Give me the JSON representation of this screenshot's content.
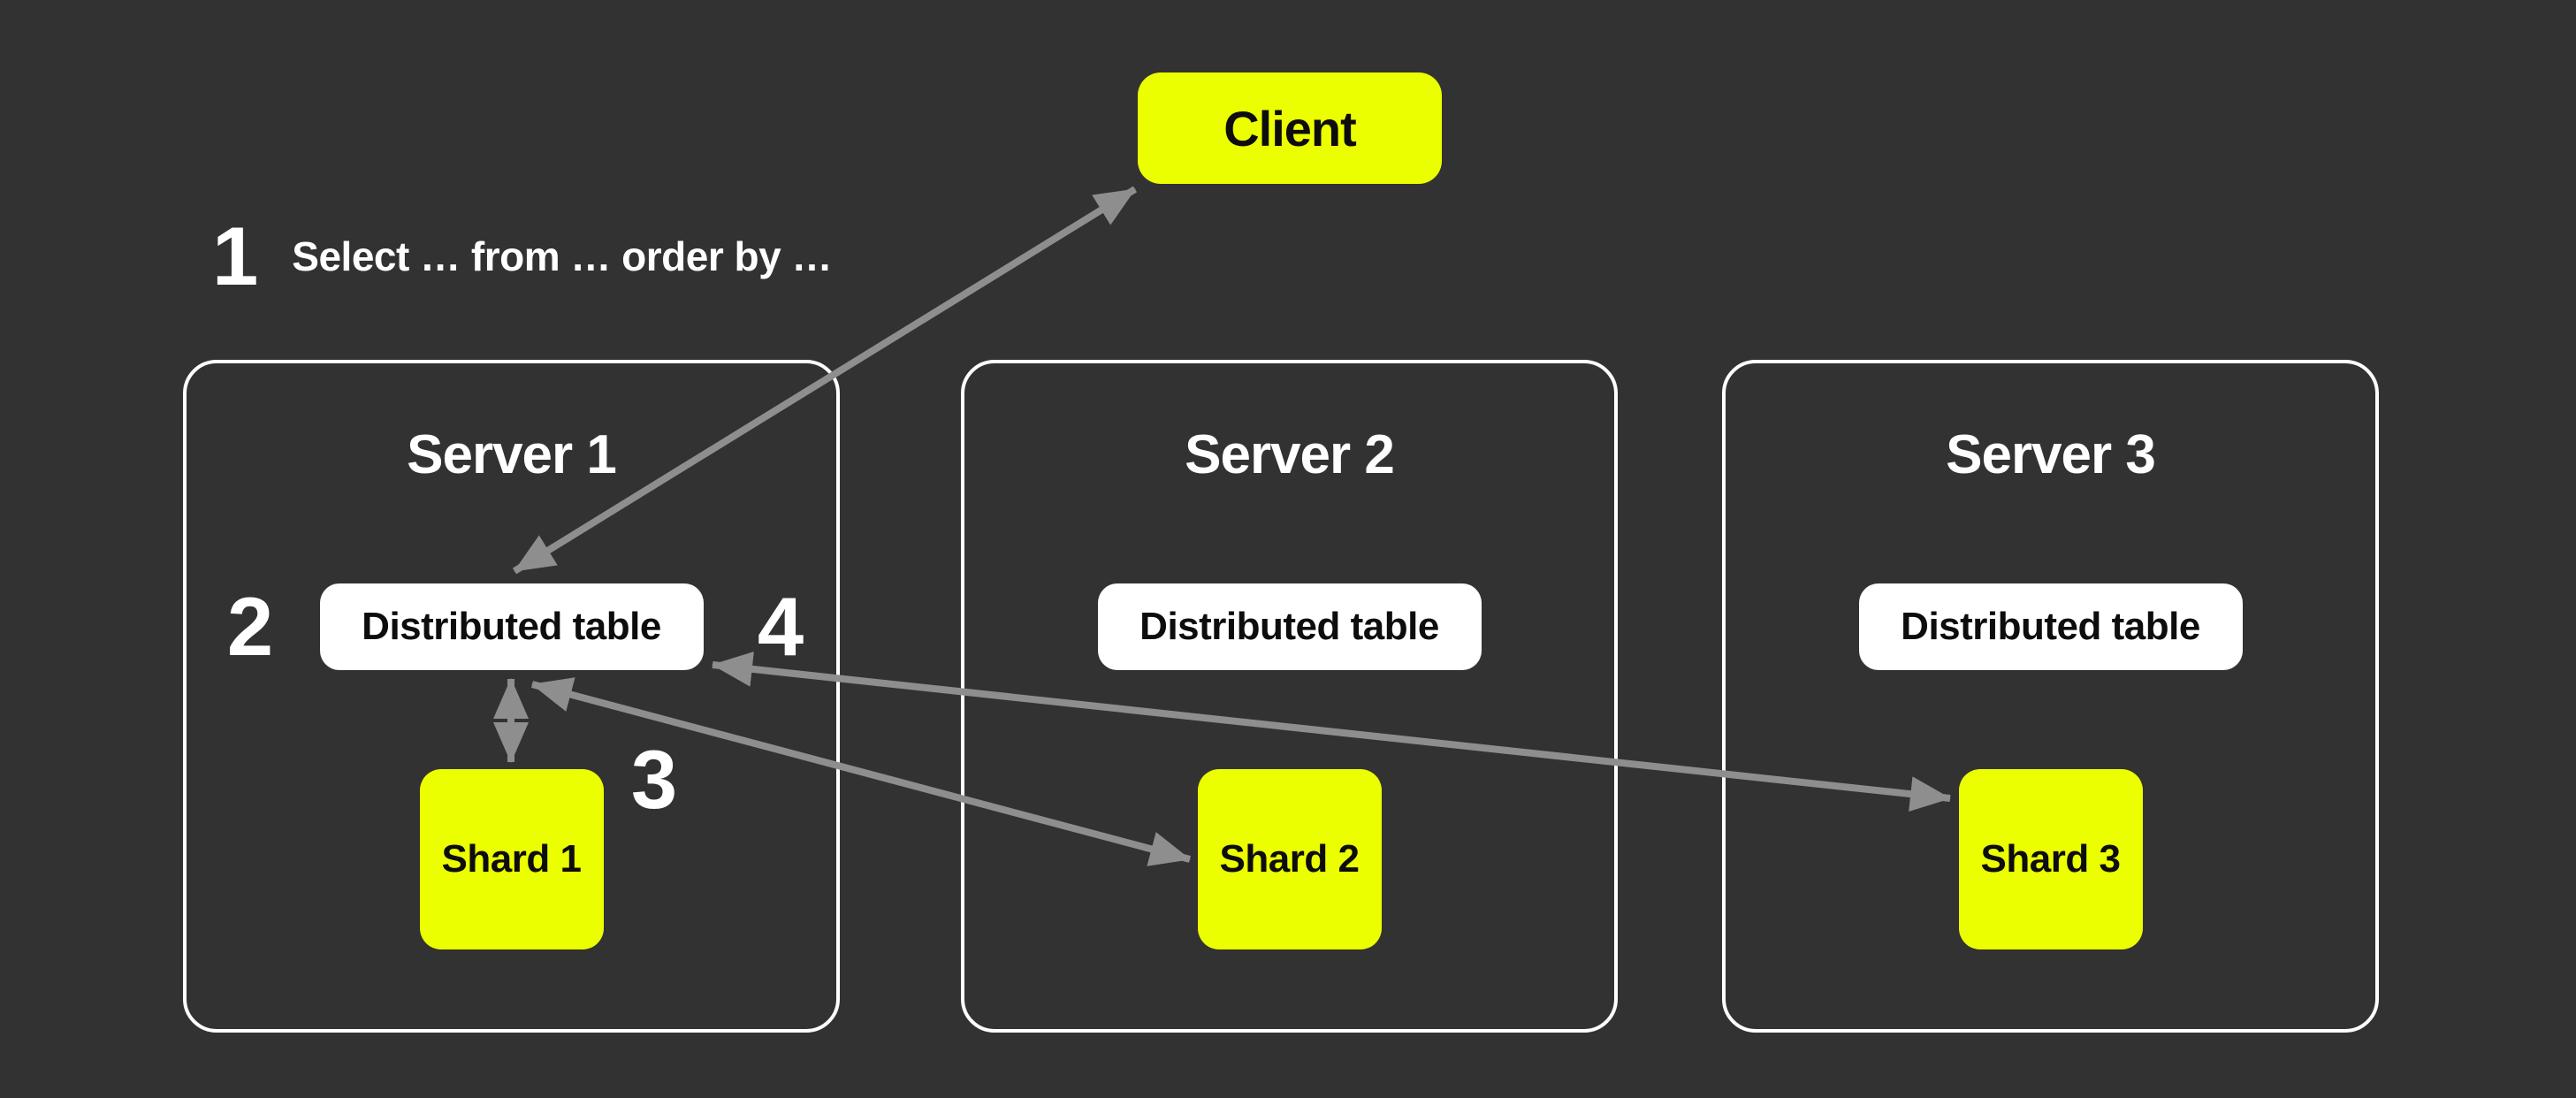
{
  "colors": {
    "background": "#323232",
    "accent_yellow": "#ECFF00",
    "node_white": "#ffffff",
    "arrow_gray": "#8E8E8E",
    "text_light": "#ffffff",
    "text_dark": "#0d0d0d"
  },
  "client": {
    "label": "Client"
  },
  "steps": {
    "step1": {
      "number": "1",
      "text": "Select … from … order by …"
    },
    "step2": {
      "number": "2"
    },
    "step3": {
      "number": "3"
    },
    "step4": {
      "number": "4"
    }
  },
  "servers": [
    {
      "title": "Server 1",
      "table_label": "Distributed table",
      "shard_label": "Shard 1"
    },
    {
      "title": "Server 2",
      "table_label": "Distributed table",
      "shard_label": "Shard 2"
    },
    {
      "title": "Server 3",
      "table_label": "Distributed table",
      "shard_label": "Shard 3"
    }
  ],
  "edges": [
    {
      "from": "client",
      "to": "distributed-table-1",
      "bidirectional": true
    },
    {
      "from": "distributed-table-1",
      "to": "shard-1",
      "bidirectional": true
    },
    {
      "from": "distributed-table-1",
      "to": "shard-2",
      "bidirectional": true
    },
    {
      "from": "distributed-table-1",
      "to": "shard-3",
      "bidirectional": true
    }
  ]
}
